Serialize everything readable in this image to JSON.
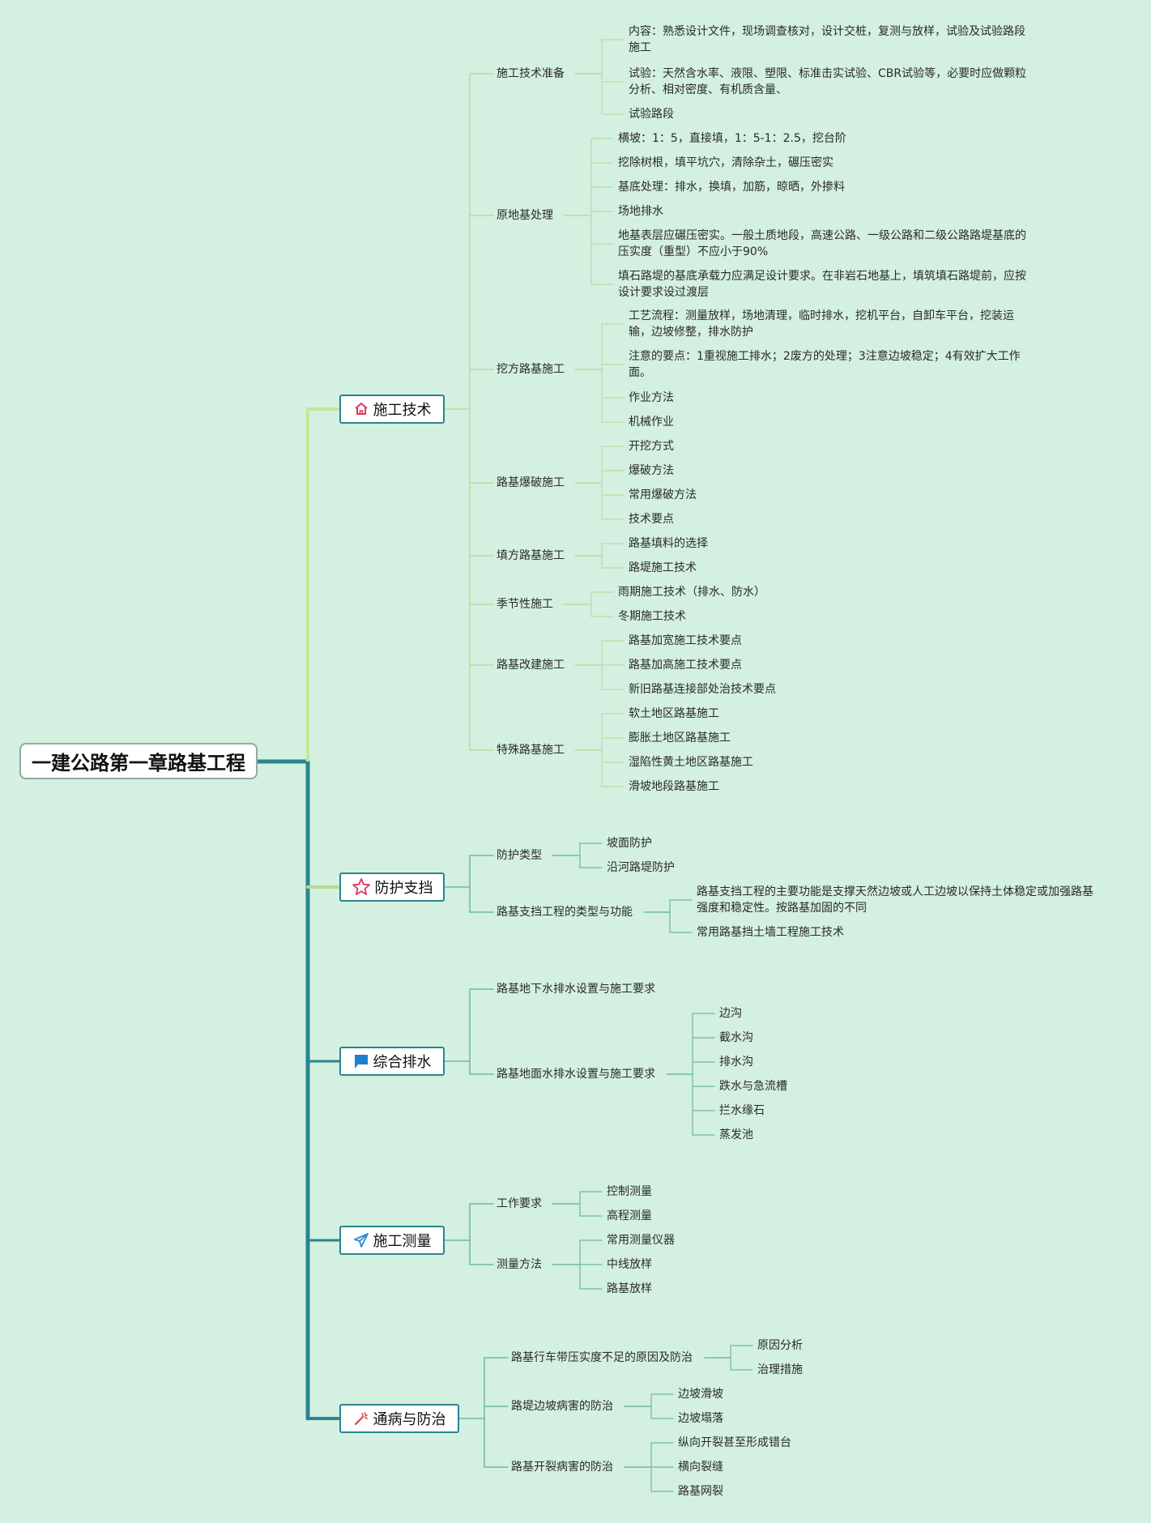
{
  "root": {
    "label": "一建公路第一章路基工程"
  },
  "branches": [
    {
      "label": "施工技术",
      "icon": "house-icon",
      "icon_color": "#e0365a",
      "children": [
        {
          "label": "施工技术准备",
          "items": [
            "内容：熟悉设计文件，现场调查核对，设计交桩，复测与放样，试验及试验路段施工",
            "试验：天然含水率、液限、塑限、标准击实试验、CBR试验等，必要时应做颗粒分析、相对密度、有机质含量、",
            "试验路段"
          ]
        },
        {
          "label": "原地基处理",
          "items": [
            "横坡：1：5，直接填，1：5-1：2.5，挖台阶",
            "挖除树根，填平坑穴，清除杂土，碾压密实",
            "基底处理：排水，换填，加筋，晾晒，外掺料",
            "场地排水",
            "地基表层应碾压密实。一般土质地段，高速公路、一级公路和二级公路路堤基底的压实度（重型）不应小于90%",
            "填石路堤的基底承载力应满足设计要求。在非岩石地基上，填筑填石路堤前，应按设计要求设过渡层"
          ]
        },
        {
          "label": "挖方路基施工",
          "items": [
            "工艺流程：测量放样，场地清理，临时排水，挖机平台，自卸车平台，挖装运输，边坡修整，排水防护",
            "注意的要点：1重视施工排水；2废方的处理；3注意边坡稳定；4有效扩大工作面。",
            "作业方法",
            "机械作业"
          ]
        },
        {
          "label": "路基爆破施工",
          "items": [
            "开挖方式",
            "爆破方法",
            "常用爆破方法",
            "技术要点"
          ]
        },
        {
          "label": "填方路基施工",
          "items": [
            "路基填料的选择",
            "路堤施工技术"
          ]
        },
        {
          "label": "季节性施工",
          "items": [
            "雨期施工技术（排水、防水）",
            "冬期施工技术"
          ]
        },
        {
          "label": "路基改建施工",
          "items": [
            "路基加宽施工技术要点",
            "路基加高施工技术要点",
            "新旧路基连接部处治技术要点"
          ]
        },
        {
          "label": "特殊路基施工",
          "items": [
            "软土地区路基施工",
            "膨胀土地区路基施工",
            "湿陷性黄土地区路基施工",
            "滑坡地段路基施工"
          ]
        }
      ]
    },
    {
      "label": "防护支挡",
      "icon": "star-icon",
      "icon_color": "#e0365a",
      "children": [
        {
          "label": "防护类型",
          "items": [
            "坡面防护",
            "沿河路堤防护"
          ]
        },
        {
          "label": "路基支挡工程的类型与功能",
          "items": [
            "路基支挡工程的主要功能是支撑天然边坡或人工边坡以保持土体稳定或加强路基强度和稳定性。按路基加固的不同",
            "常用路基挡土墙工程施工技术"
          ]
        }
      ]
    },
    {
      "label": "综合排水",
      "icon": "flag-icon",
      "icon_color": "#1e7fd1",
      "children": [
        {
          "label": "路基地下水排水设置与施工要求",
          "items": []
        },
        {
          "label": "路基地面水排水设置与施工要求",
          "items": [
            "边沟",
            "截水沟",
            "排水沟",
            "跌水与急流槽",
            "拦水缘石",
            "蒸发池"
          ]
        }
      ]
    },
    {
      "label": "施工测量",
      "icon": "paper-plane-icon",
      "icon_color": "#2b8bd6",
      "children": [
        {
          "label": "工作要求",
          "items": [
            "控制测量",
            "高程测量"
          ]
        },
        {
          "label": "测量方法",
          "items": [
            "常用测量仪器",
            "中线放样",
            "路基放样"
          ]
        }
      ]
    },
    {
      "label": "通病与防治",
      "icon": "magic-wand-icon",
      "icon_color": "#e04040",
      "children": [
        {
          "label": "路基行车带压实度不足的原因及防治",
          "items": [
            "原因分析",
            "治理措施"
          ]
        },
        {
          "label": "路堤边坡病害的防治",
          "items": [
            "边坡滑坡",
            "边坡塌落"
          ]
        },
        {
          "label": "路基开裂病害的防治",
          "items": [
            "纵向开裂甚至形成错台",
            "横向裂缝",
            "路基网裂"
          ]
        }
      ]
    }
  ]
}
